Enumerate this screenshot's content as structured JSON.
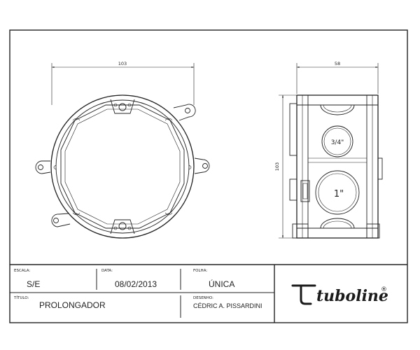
{
  "drawing": {
    "front_view": {
      "width_dim": "103"
    },
    "side_view": {
      "width_dim": "58",
      "height_dim": "103",
      "hole_small": "3/4\"",
      "hole_large": "1\""
    }
  },
  "title_block": {
    "escala_label": "ESCALA:",
    "escala_value": "S/E",
    "data_label": "DATA:",
    "data_value": "08/02/2013",
    "folha_label": "FOLHA:",
    "folha_value": "ÚNICA",
    "titulo_label": "TÍTULO:",
    "titulo_value": "PROLONGADOR",
    "desenho_label": "DESENHO:",
    "desenho_value": "CÉDRIC A. PISSARDINI",
    "brand": "tuboline",
    "brand_mark": "®"
  },
  "icons": {
    "logo": "tube-logo-icon"
  }
}
